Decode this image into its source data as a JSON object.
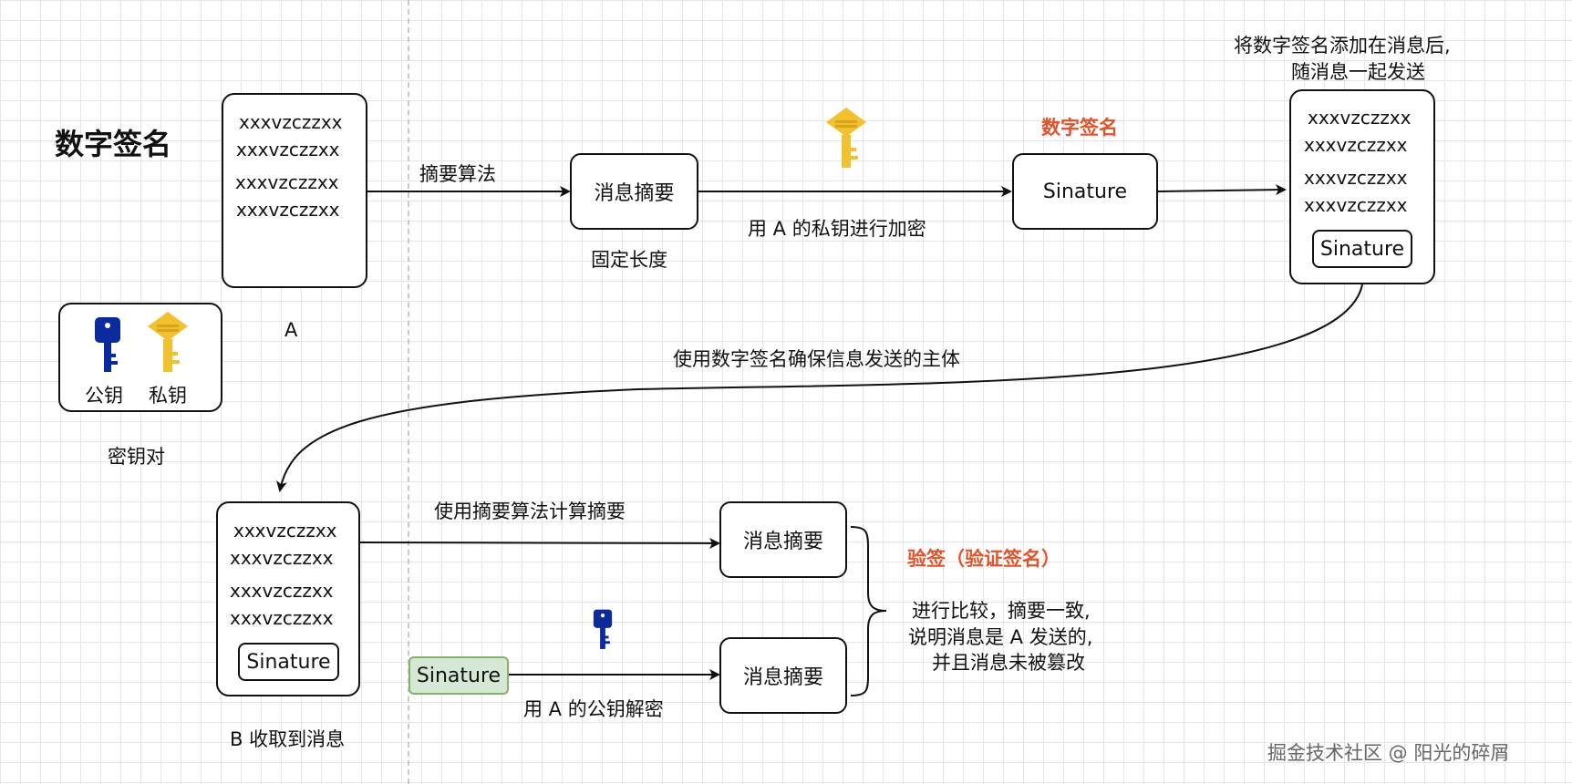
{
  "title": "数字签名",
  "key_legend": {
    "public_label": "公钥",
    "private_label": "私钥",
    "caption": "密钥对"
  },
  "sender": {
    "lines": [
      "xxxvzczzxx",
      "xxxvzczzxx",
      "xxxvzczzxx",
      "xxxvzczzxx"
    ],
    "caption": "A"
  },
  "digest_top": {
    "label": "消息摘要",
    "caption": "固定长度"
  },
  "edge_hash": "摘要算法",
  "edge_encrypt": "用 A 的私钥进行加密",
  "signature_top": {
    "label": "Sinature",
    "caption": "数字签名"
  },
  "signed_message": {
    "note_line1": "将数字签名添加在消息后,",
    "note_line2": "随消息一起发送",
    "lines": [
      "xxxvzczzxx",
      "xxxvzczzxx",
      "xxxvzczzxx",
      "xxxvzczzxx"
    ],
    "signature": "Sinature"
  },
  "transfer_label": "使用数字签名确保信息发送的主体",
  "receiver": {
    "lines": [
      "xxxvzczzxx",
      "xxxvzczzxx",
      "xxxvzczzxx",
      "xxxvzczzxx"
    ],
    "signature": "Sinature",
    "caption": "B 收取到消息"
  },
  "edge_compute": "使用摘要算法计算摘要",
  "digest_b1": "消息摘要",
  "digest_b2": "消息摘要",
  "signature_detached": "Sinature",
  "edge_decrypt": "用 A 的公钥解密",
  "verify": {
    "title": "验签（验证签名）",
    "line1": "进行比较，摘要一致,",
    "line2": "说明消息是 A 发送的,",
    "line3": "并且消息未被篡改"
  },
  "watermark": "掘金技术社区 @ 阳光的碎屑",
  "colors": {
    "accent_red": "#e0532b",
    "public_key": "#0b2a9e",
    "private_key": "#f2c12e",
    "signature_fill": "#d5e8d4",
    "signature_border": "#82b366"
  }
}
